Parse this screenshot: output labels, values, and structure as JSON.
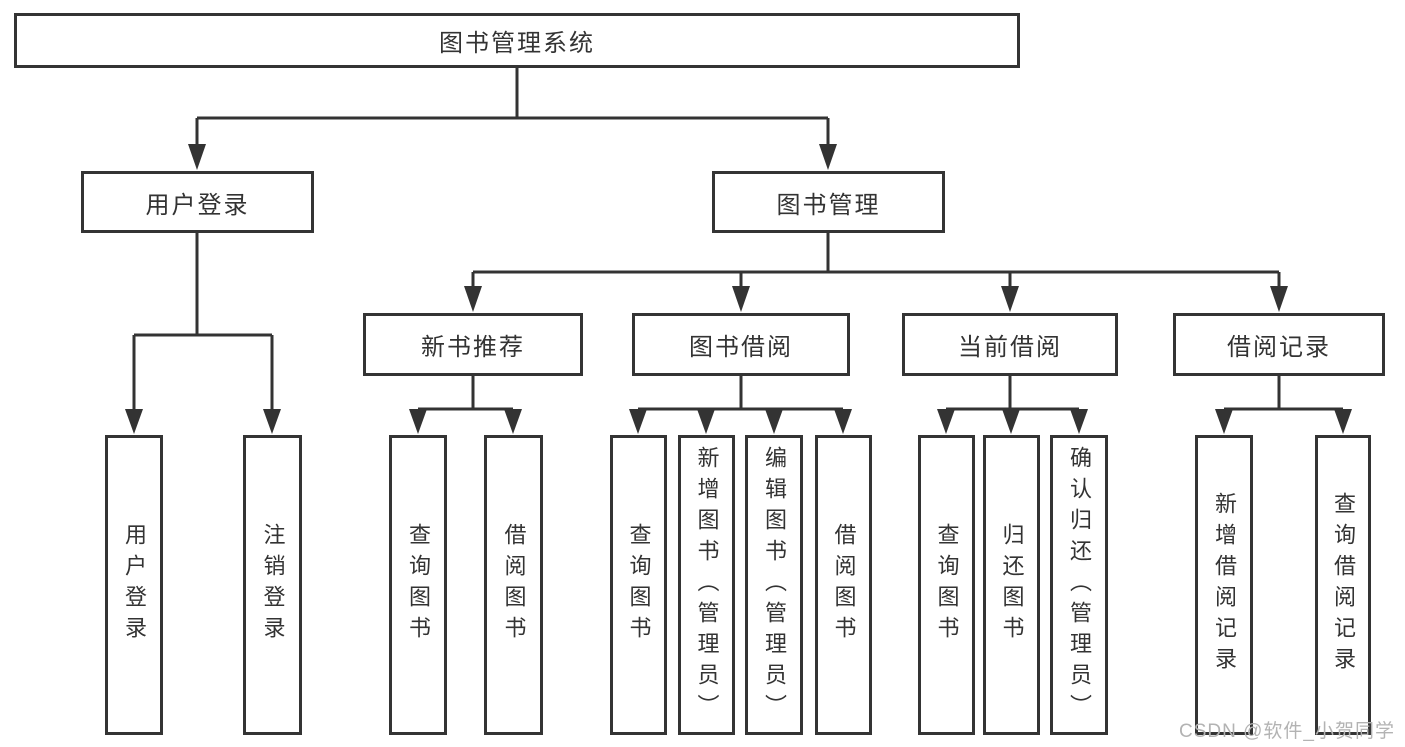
{
  "diagram": {
    "root_label": "图书管理系统",
    "level2": [
      "用户登录",
      "图书管理"
    ],
    "level3": [
      "新书推荐",
      "图书借阅",
      "当前借阅",
      "借阅记录"
    ],
    "leaves": {
      "user_login": [
        "用户登录",
        "注销登录"
      ],
      "new_book": [
        "查询图书",
        "借阅图书"
      ],
      "book_borrow": [
        "查询图书",
        "新增图书（管理员）",
        "编辑图书（管理员）",
        "借阅图书"
      ],
      "current_borrow": [
        "查询图书",
        "归还图书",
        "确认归还（管理员）"
      ],
      "borrow_records": [
        "新增借阅记录",
        "查询借阅记录"
      ]
    }
  },
  "watermark": {
    "text": "CSDN @软件_小贺同学"
  },
  "colors": {
    "line": "#333333",
    "box_border": "#343434",
    "box_background": "#ffffff",
    "text": "#333333",
    "watermark": "#b3b3b3"
  }
}
